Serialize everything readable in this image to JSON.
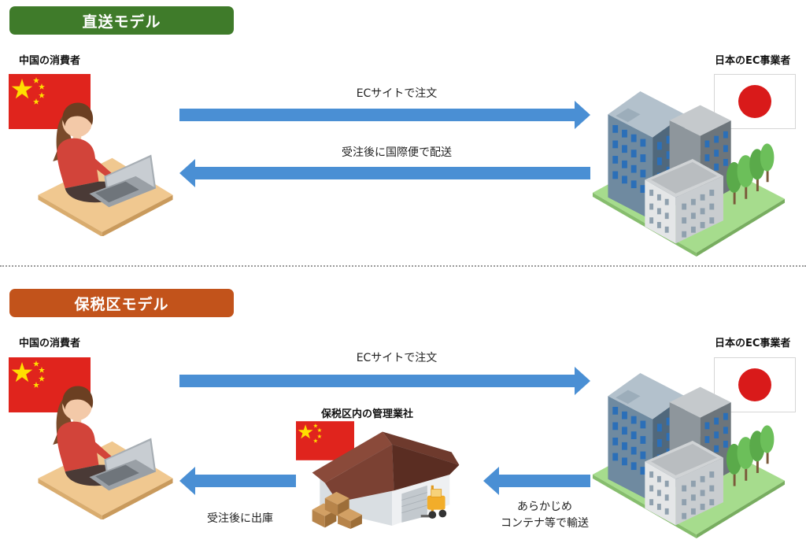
{
  "colors": {
    "header_direct": "#3f7b2a",
    "header_bonded": "#c2531b",
    "arrow": "#4a8fd4",
    "china_red": "#e0241d",
    "china_star": "#ffde00",
    "japan_red": "#d91a1a"
  },
  "direct": {
    "title": "直送モデル",
    "consumer_label": "中国の消費者",
    "business_label": "日本のEC事業者",
    "arrow_order_label": "ECサイトで注文",
    "arrow_ship_label": "受注後に国際便で配送"
  },
  "bonded": {
    "title": "保税区モデル",
    "consumer_label": "中国の消費者",
    "business_label": "日本のEC事業者",
    "arrow_order_label": "ECサイトで注文",
    "warehouse_label": "保税区内の管理業社",
    "arrow_ship_label": "受注後に出庫",
    "arrow_container_line1": "あらかじめ",
    "arrow_container_line2": "コンテナ等で輸送"
  }
}
